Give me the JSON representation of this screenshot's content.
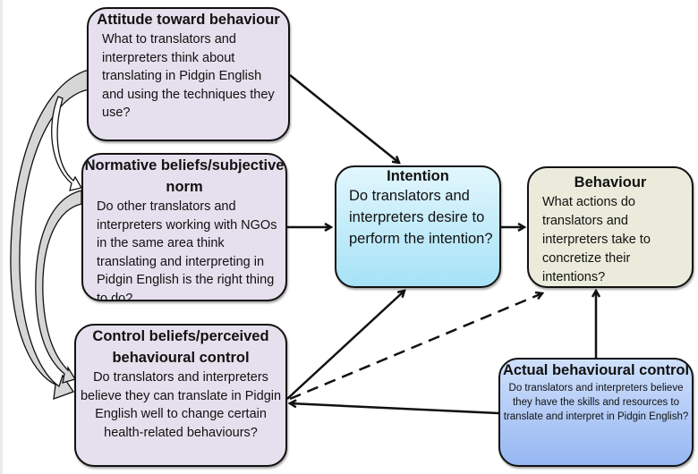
{
  "diagram": {
    "type": "theory-of-planned-behaviour-flow",
    "nodes": {
      "attitude": {
        "title": "Attitude toward behaviour",
        "body": "What to translators and interpreters think about translating in Pidgin English and using the techniques they use?",
        "color": "#e6e0ee"
      },
      "normative": {
        "title": "Normative beliefs/subjective norm",
        "body": "Do other translators and interpreters working with NGOs in the same area think translating and interpreting in Pidgin English is the right thing to do?",
        "color": "#e6e0ee"
      },
      "control": {
        "title": "Control beliefs/perceived behavioural control",
        "body": "Do translators and interpreters believe they can translate in Pidgin English well to change certain health-related behaviours?",
        "color": "#e6e0ee"
      },
      "intention": {
        "title": "Intention",
        "body": "Do translators and interpreters desire to perform the intention?",
        "color": "#b8e8f8"
      },
      "behaviour": {
        "title": "Behaviour",
        "body": "What actions do translators and interpreters take to concretize their intentions?",
        "color": "#ebebdc"
      },
      "actual_control": {
        "title": "Actual behavioural control",
        "body": "Do translators and interpreters believe they have the skills and resources to translate and interpret in Pidgin English?",
        "color": "#b3cbf6"
      }
    },
    "edges": [
      {
        "from": "attitude",
        "to": "intention",
        "style": "solid"
      },
      {
        "from": "normative",
        "to": "intention",
        "style": "solid"
      },
      {
        "from": "control",
        "to": "intention",
        "style": "solid"
      },
      {
        "from": "intention",
        "to": "behaviour",
        "style": "solid"
      },
      {
        "from": "control",
        "to": "behaviour",
        "style": "dashed"
      },
      {
        "from": "actual_control",
        "to": "behaviour",
        "style": "solid"
      },
      {
        "from": "actual_control",
        "to": "control",
        "style": "solid"
      },
      {
        "from": "attitude",
        "to": "normative",
        "style": "curved-block"
      },
      {
        "from": "attitude",
        "to": "control",
        "style": "curved-block"
      },
      {
        "from": "normative",
        "to": "control",
        "style": "curved-block"
      }
    ]
  }
}
